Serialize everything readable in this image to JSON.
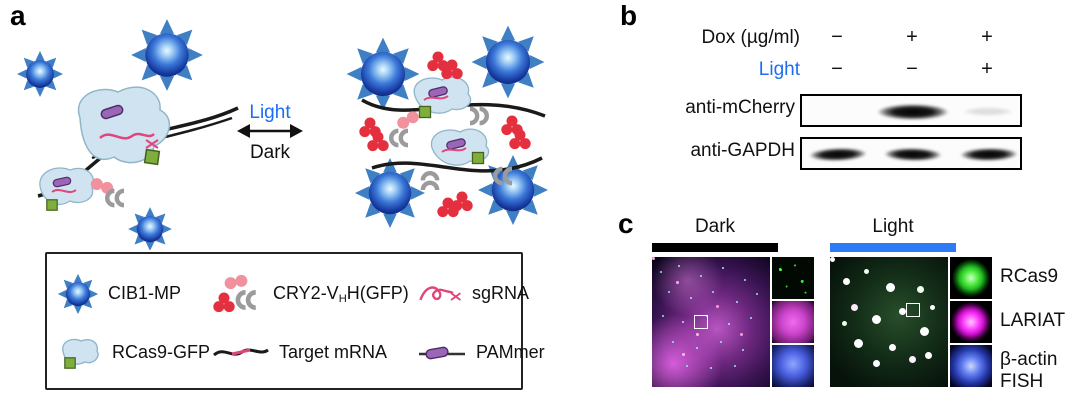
{
  "figure": {
    "panel_a": {
      "label": "a",
      "transition": {
        "light_label": "Light",
        "dark_label": "Dark"
      },
      "legend": {
        "cib1_label": "CIB1-MP",
        "cry2_pre": "CRY2-V",
        "cry2_sub": "H",
        "cry2_post": "H(GFP)",
        "sgrna_label": "sgRNA",
        "rcas9_label": "RCas9-GFP",
        "mrna_label": "Target mRNA",
        "pammer_label": "PAMmer"
      },
      "icons": {
        "cib1": "blue sphere with blue spikes",
        "cry2": "red trefoil with pink circles and gray hooks",
        "sgrna": "pink squiggle with scissors",
        "rcas9": "light-blue blob with green square",
        "mrna": "black wavy line with pink segment",
        "pammer": "purple capsule on black line"
      }
    },
    "panel_b": {
      "label": "b",
      "dox_row": {
        "label": "Dox (µg/ml)",
        "values": [
          "−",
          "+",
          "+"
        ]
      },
      "light_row": {
        "label": "Light",
        "values": [
          "−",
          "−",
          "+"
        ],
        "label_color": "#1b6ef3"
      },
      "blot1_label": "anti-mCherry",
      "blot2_label": "anti-GAPDH",
      "bands": {
        "mcherry": [
          "absent",
          "strong",
          "faint"
        ],
        "gapdh": [
          "present",
          "present",
          "present"
        ]
      }
    },
    "panel_c": {
      "label": "c",
      "conditions": [
        {
          "label": "Dark",
          "bar_color": "#000000"
        },
        {
          "label": "Light",
          "bar_color": "#2e7bf6"
        }
      ],
      "channels": [
        {
          "label": "RCas9",
          "color": "#22cc22"
        },
        {
          "label": "LARIAT",
          "color": "#ee22ee"
        },
        {
          "label": "β-actin FISH",
          "label_line1": "β-actin",
          "label_line2": "FISH",
          "color": "#4a66e8"
        }
      ]
    },
    "colors": {
      "accent_blue": "#1b6ef3"
    }
  }
}
